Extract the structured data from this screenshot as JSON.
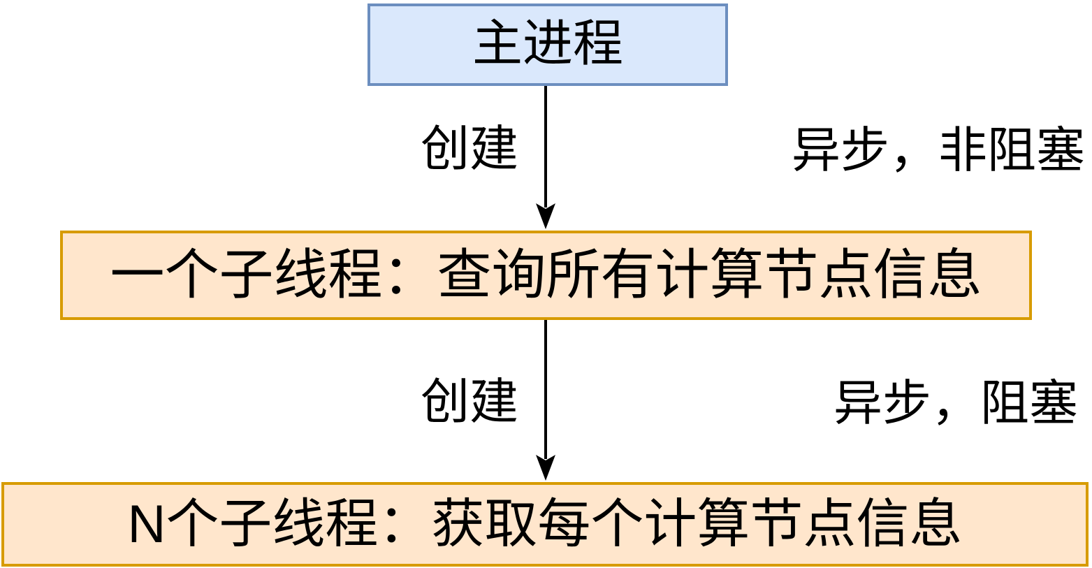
{
  "diagram": {
    "type": "flowchart",
    "background": "#ffffff",
    "nodes": {
      "main": {
        "label": "主进程",
        "fill": "#dae8fc",
        "border": "#6c8ebf"
      },
      "thread1": {
        "label": "一个子线程：查询所有计算节点信息",
        "fill": "#ffe6cc",
        "border": "#d79b00"
      },
      "threadN": {
        "label": "N个子线程：获取每个计算节点信息",
        "fill": "#ffe6cc",
        "border": "#d79b00"
      }
    },
    "edges": [
      {
        "from": "main",
        "to": "thread1",
        "label": "创建",
        "annotation": "异步，非阻塞",
        "color": "#000000"
      },
      {
        "from": "thread1",
        "to": "threadN",
        "label": "创建",
        "annotation": "异步，阻塞",
        "color": "#000000"
      }
    ]
  }
}
